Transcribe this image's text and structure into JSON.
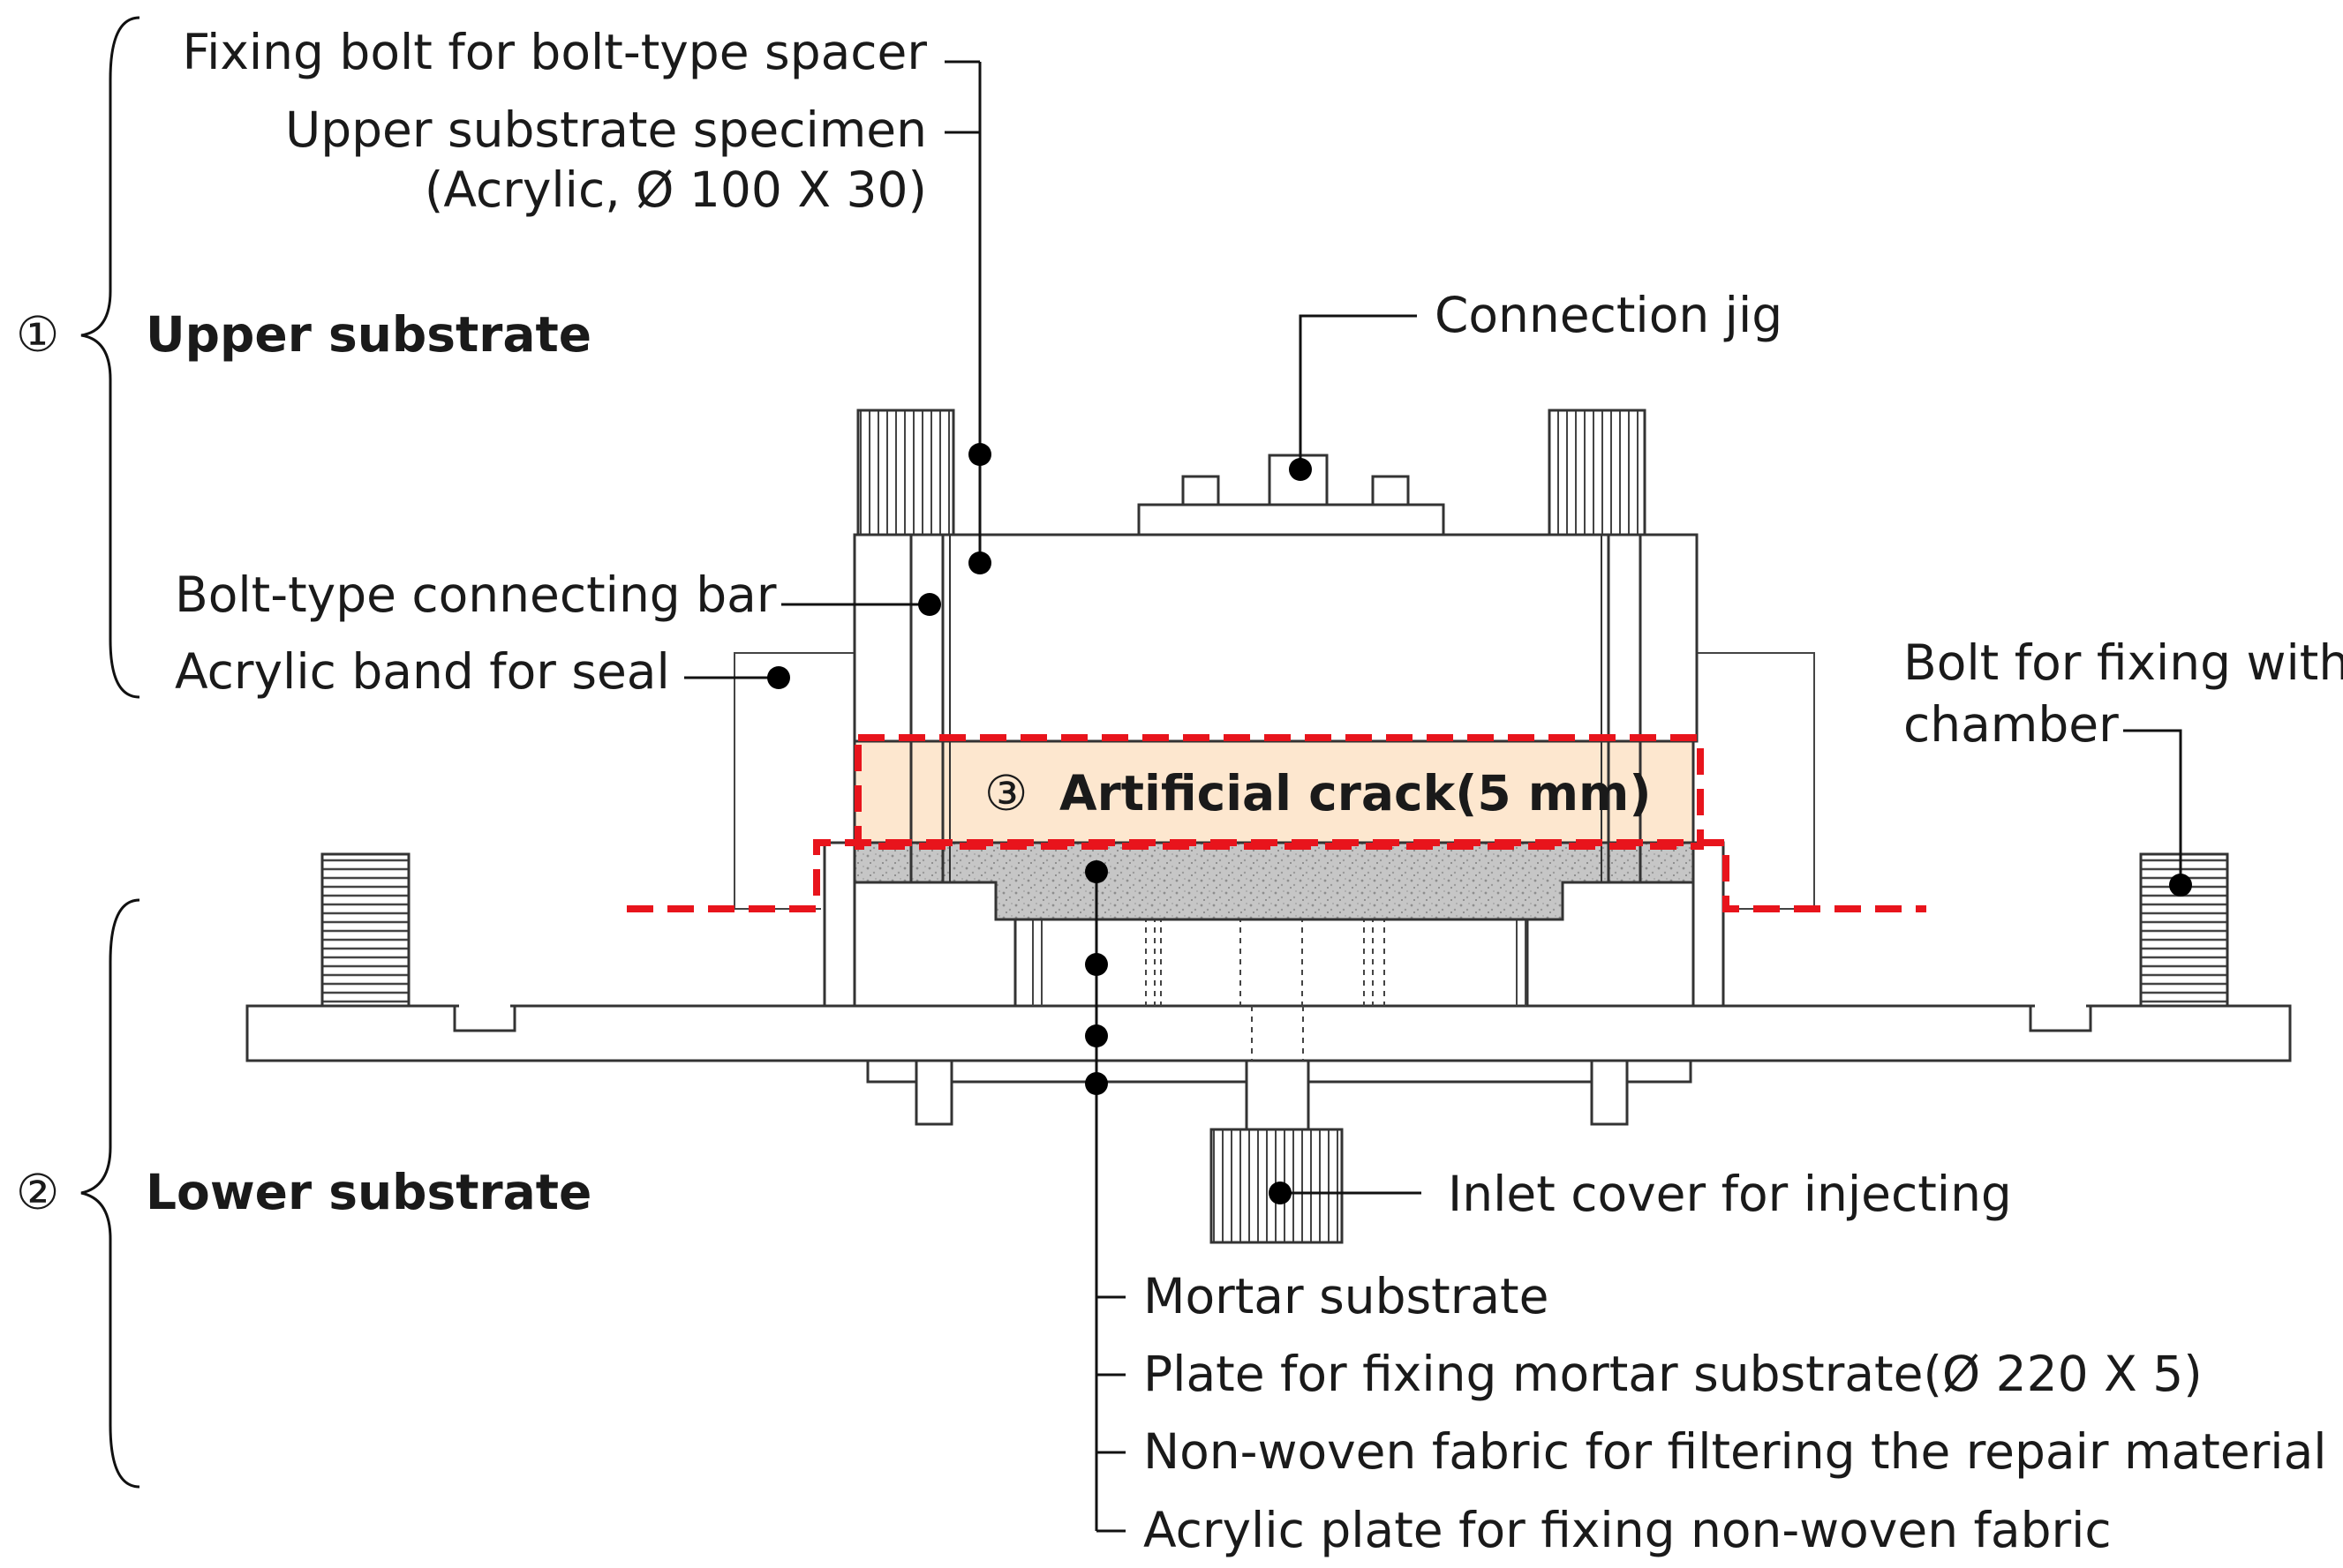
{
  "colors": {
    "crack_fill": "#fde7cf",
    "dash_red": "#e8141c",
    "mortar": "#c6c6c6"
  },
  "sections": {
    "upper": {
      "number": "①",
      "label": "Upper substrate"
    },
    "lower": {
      "number": "②",
      "label": "Lower substrate"
    },
    "crack": {
      "number": "③",
      "label": "Artificial  crack(5 mm)"
    }
  },
  "labels": {
    "fixing_bolt": "Fixing  bolt for bolt-type spacer",
    "upper_specimen": "Upper substrate specimen",
    "upper_specimen_dims": "(Acrylic, Ø 100 X 30)",
    "connection_jig": "Connection jig",
    "connecting_bar": "Bolt-type connecting bar",
    "acrylic_band": "Acrylic band for seal",
    "bolt_chamber_1": "Bolt for fixing with",
    "bolt_chamber_2": "chamber",
    "inlet_cover": "Inlet cover for injecting",
    "mortar_substrate": "Mortar substrate",
    "plate_mortar": "Plate for fixing  mortar substrate(Ø 220 X 5)",
    "nonwoven": "Non-woven fabric for filtering the repair material",
    "acrylic_plate": "Acrylic plate for fixing  non-woven fabric"
  }
}
